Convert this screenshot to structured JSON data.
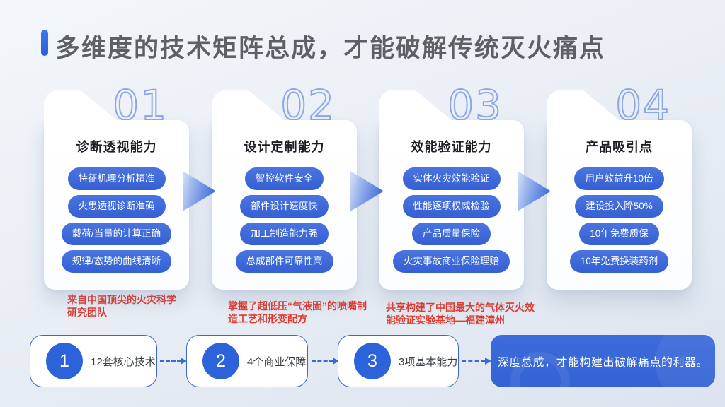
{
  "title": {
    "text": "多维度的技术矩阵总成，才能破解传统灭火痛点"
  },
  "columns": [
    {
      "number": "01",
      "header": "诊断透视能力",
      "pills": [
        "特征机理分析精准",
        "火患透视诊断准确",
        "载荷/当量的计算正确",
        "规律/态势的曲线清晰"
      ],
      "note": "来自中国顶尖的火灾科学研究团队"
    },
    {
      "number": "02",
      "header": "设计定制能力",
      "pills": [
        "智控软件安全",
        "部件设计速度快",
        "加工制造能力强",
        "总成部件可靠性高"
      ],
      "note": "掌握了超低压“气液固”的喷嘴制造工艺和形变配方"
    },
    {
      "number": "03",
      "header": "效能验证能力",
      "pills": [
        "实体火灾效能验证",
        "性能逐项权威检验",
        "产品质量保险",
        "火灾事故商业保险理赔"
      ],
      "note": "共享构建了中国最大的气体灭火效能验证实验基地—福建漳州"
    },
    {
      "number": "04",
      "header": "产品吸引点",
      "pills": [
        "用户效益升10倍",
        "建设投入降50%",
        "10年免费质保",
        "10年免费换装药剂"
      ]
    }
  ],
  "flow": {
    "steps": [
      {
        "num": "1",
        "label": "12套核心技术"
      },
      {
        "num": "2",
        "label": "4个商业保障"
      },
      {
        "num": "3",
        "label": "3项基本能力"
      }
    ],
    "conclusion": "深度总成，才能构建出破解痛点的利器。"
  },
  "colors": {
    "pill_blue": "#3A66D9",
    "badge_blue": "#2D63DA",
    "banner_blue": "#3463D6",
    "outline_blue": "#3E68CF",
    "number_outline": "#8BA7E8",
    "note_red": "#E03A2E",
    "title_gray": "#5D6065",
    "accent_bar": "#2F6CE2",
    "background": "#E9EEF5"
  }
}
